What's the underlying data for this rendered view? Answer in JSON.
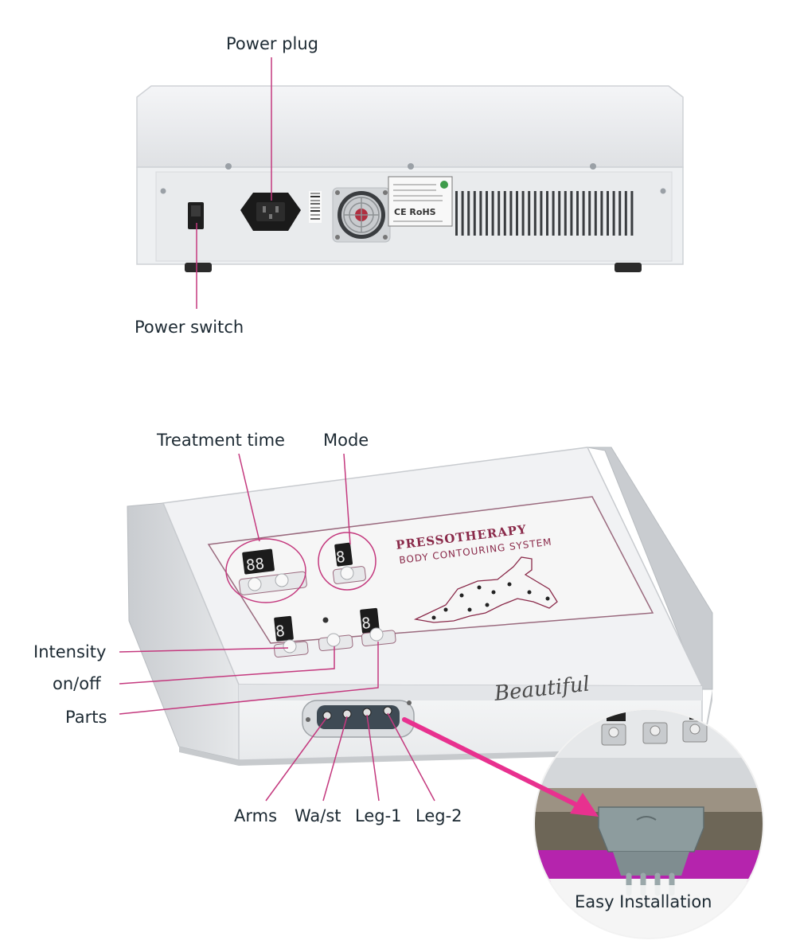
{
  "callouts": {
    "power_plug": "Power plug",
    "power_switch": "Power switch",
    "treatment_time": "Treatment time",
    "mode": "Mode",
    "intensity": "Intensity",
    "on_off": "on/off",
    "parts": "Parts",
    "arms": "Arms",
    "waist": "Wa/st",
    "leg1": "Leg-1",
    "leg2": "Leg-2",
    "easy_installation": "Easy Installation"
  },
  "device": {
    "panel_title": "PRESSOTHERAPY",
    "panel_subtitle": "BODY CONTOURING SYSTEM",
    "brand": "Beautiful",
    "rear_label_mark": "CE RoHS"
  },
  "colors": {
    "callout_line": "#c4397e",
    "arrow": "#e8318f",
    "panel_border": "#9a6a7e",
    "title_text": "#8a2a4a"
  }
}
